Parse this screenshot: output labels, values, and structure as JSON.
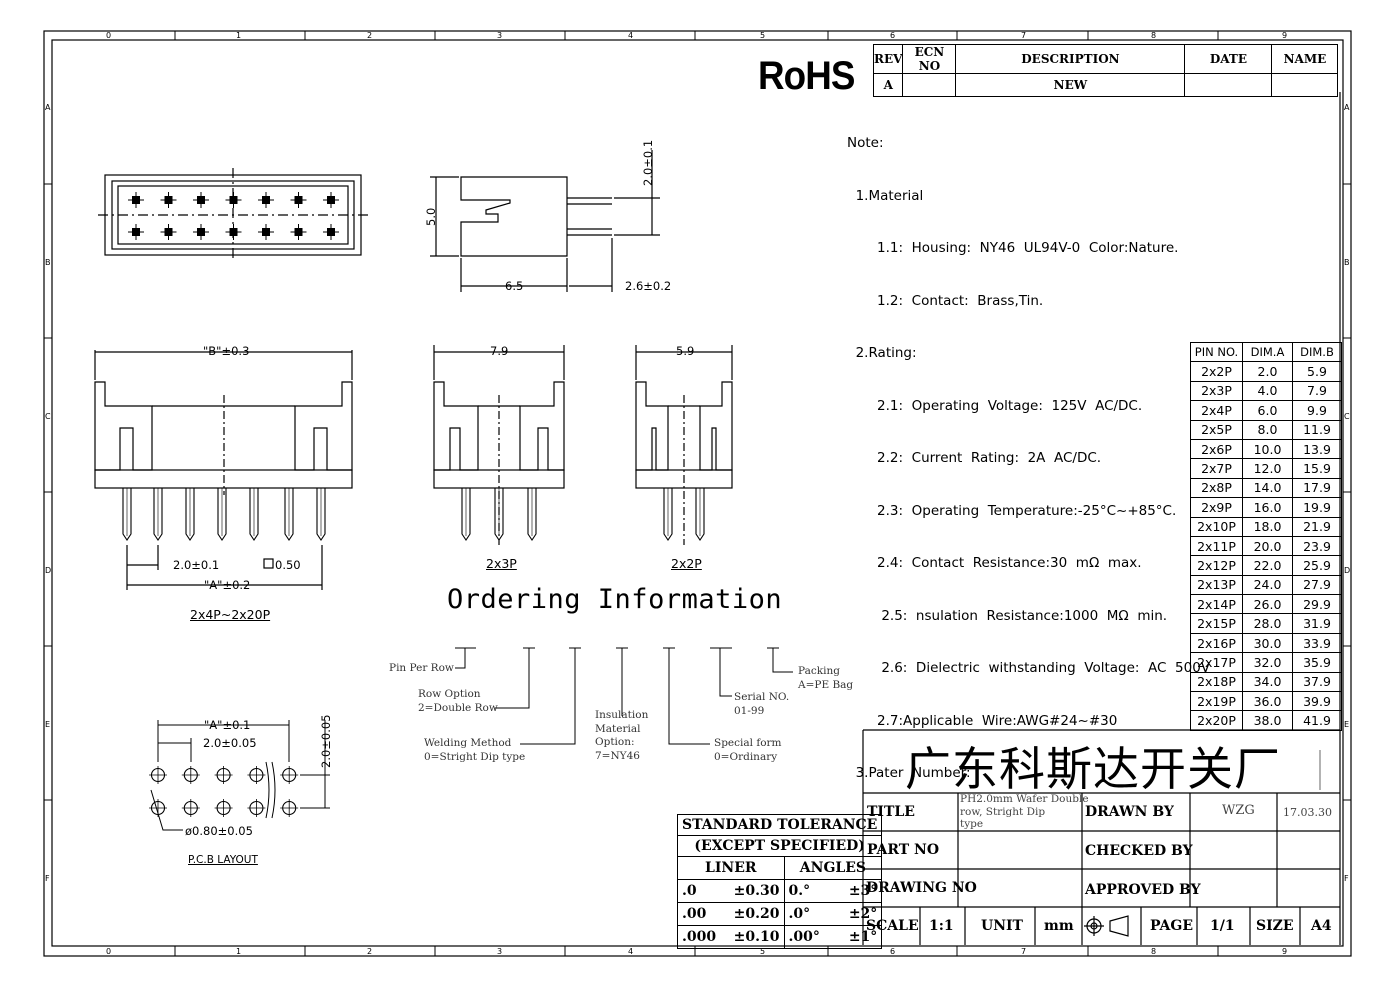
{
  "border": {
    "top_zones": [
      "0",
      "1",
      "2",
      "3",
      "4",
      "5",
      "6",
      "7",
      "8",
      "9"
    ],
    "bottom_zones": [
      "0",
      "1",
      "2",
      "3",
      "4",
      "5",
      "6",
      "7",
      "8",
      "9"
    ],
    "side_zones": [
      "A",
      "B",
      "C",
      "D",
      "E",
      "F"
    ]
  },
  "rohs": "RoHS",
  "revision_table": {
    "headers": [
      "REV",
      "ECN NO",
      "DESCRIPTION",
      "DATE",
      "NAME"
    ],
    "row": [
      "A",
      "",
      "NEW",
      "",
      ""
    ]
  },
  "notes": [
    "Note:",
    "  1.Material",
    "       1.1:  Housing:  NY46  UL94V-0  Color:Nature.",
    "       1.2:  Contact:  Brass,Tin.",
    "  2.Rating:",
    "       2.1:  Operating  Voltage:  125V  AC/DC.",
    "       2.2:  Current  Rating:  2A  AC/DC.",
    "       2.3:  Operating  Temperature:-25°C~+85°C.",
    "       2.4:  Contact  Resistance:30  mΩ  max.",
    "        2.5:  nsulation  Resistance:1000  MΩ  min.",
    "        2.6:  Dielectric  withstanding  Voltage:  AC  500V",
    "       2.7:Applicable  Wire:AWG#24~#30",
    "  3.Pater  Number:"
  ],
  "dim_table": {
    "headers": [
      "PIN  NO.",
      "DIM.A",
      "DIM.B"
    ],
    "rows": [
      [
        "2x2P",
        "2.0",
        "5.9"
      ],
      [
        "2x3P",
        "4.0",
        "7.9"
      ],
      [
        "2x4P",
        "6.0",
        "9.9"
      ],
      [
        "2x5P",
        "8.0",
        "11.9"
      ],
      [
        "2x6P",
        "10.0",
        "13.9"
      ],
      [
        "2x7P",
        "12.0",
        "15.9"
      ],
      [
        "2x8P",
        "14.0",
        "17.9"
      ],
      [
        "2x9P",
        "16.0",
        "19.9"
      ],
      [
        "2x10P",
        "18.0",
        "21.9"
      ],
      [
        "2x11P",
        "20.0",
        "23.9"
      ],
      [
        "2x12P",
        "22.0",
        "25.9"
      ],
      [
        "2x13P",
        "24.0",
        "27.9"
      ],
      [
        "2x14P",
        "26.0",
        "29.9"
      ],
      [
        "2x15P",
        "28.0",
        "31.9"
      ],
      [
        "2x16P",
        "30.0",
        "33.9"
      ],
      [
        "2x17P",
        "32.0",
        "35.9"
      ],
      [
        "2x18P",
        "34.0",
        "37.9"
      ],
      [
        "2x19P",
        "36.0",
        "39.9"
      ],
      [
        "2x20P",
        "38.0",
        "41.9"
      ]
    ]
  },
  "drawing_labels": {
    "dim_5_0": "5.0",
    "dim_6_5": "6.5",
    "dim_2_0_01": "2.0±0.1",
    "dim_2_6": "2.6±0.2",
    "dim_B": "\"B\"±0.3",
    "dim_2_0_pitch": "2.0±0.1",
    "dim_050": "0.50",
    "dim_A": "\"A\"±0.2",
    "view_2x4": "2x4P~2x20P",
    "dim_7_9": "7.9",
    "view_2x3": "2x3P",
    "dim_5_9": "5.9",
    "view_2x2": "2x2P",
    "pcb_A": "\"A\"±0.1",
    "pcb_pitch": "2.0±0.05",
    "pcb_row": "2.0±0.05",
    "pcb_hole": "ø0.80±0.05",
    "pcb_title": "P.C.B  LAYOUT"
  },
  "ordering": {
    "title": "Ordering  Information",
    "pin_per_row": "Pin Per Row",
    "row_option": "Row Option\n2=Double Row",
    "welding": "Welding Method\n0=Stright Dip type",
    "insulation": "Insulation\nMaterial\nOption:\n7=NY46",
    "special": "Special form\n0=Ordinary",
    "serial": "Serial NO.\n01-99",
    "packing": "Packing\nA=PE Bag"
  },
  "tolerance": {
    "header1": "STANDARD  TOLERANCE",
    "header2": "(EXCEPT   SPECIFIED)",
    "liner": "LINER",
    "angles": "ANGLES",
    "rows": [
      [
        ".0",
        "±0.30",
        "0.°",
        "±3°"
      ],
      [
        ".00",
        "±0.20",
        ".0°",
        "±2°"
      ],
      [
        ".000",
        "±0.10",
        ".00°",
        "±1°"
      ]
    ]
  },
  "title_block": {
    "company": "广东科斯达开关厂",
    "title_label": "TITLE",
    "title_value": "PH2.0mm Wafer Double\nrow, Stright Dip\ntype",
    "drawn_by_label": "DRAWN BY",
    "drawn_by_value": "WZG",
    "drawn_date": "17.03.30",
    "part_no_label": "PART NO",
    "checked_by_label": "CHECKED BY",
    "drawing_no_label": "DRAWING NO",
    "approved_by_label": "APPROVED BY",
    "scale_label": "SCALE",
    "scale_value": "1:1",
    "unit_label": "UNIT",
    "unit_value": "mm",
    "page_label": "PAGE",
    "page_value": "1/1",
    "size_label": "SIZE",
    "size_value": "A4"
  }
}
